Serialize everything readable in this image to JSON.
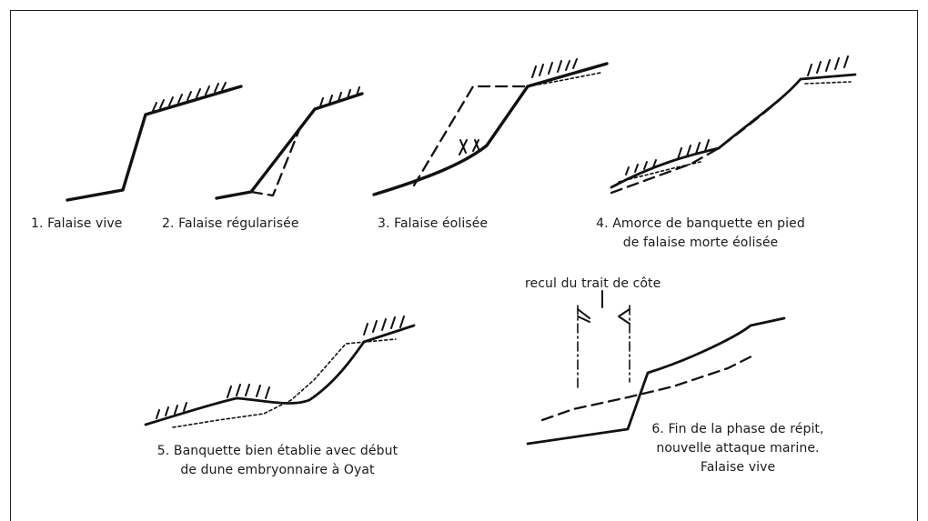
{
  "captions": {
    "c1": "1. Falaise vive",
    "c2": "2. Falaise régularisée",
    "c3": "3. Falaise éolisée",
    "c4_line1": "4. Amorce de banquette en pied",
    "c4_line2": "de falaise morte éolisée",
    "c5_line1": "5. Banquette bien établie avec début",
    "c5_line2": "de dune embryonnaire à Oyat",
    "c6_line1": "6. Fin de la phase de répit,",
    "c6_line2": "nouvelle attaque marine.",
    "c6_line3": "Falaise vive"
  },
  "annotation": {
    "recul": "recul du trait de côte"
  }
}
